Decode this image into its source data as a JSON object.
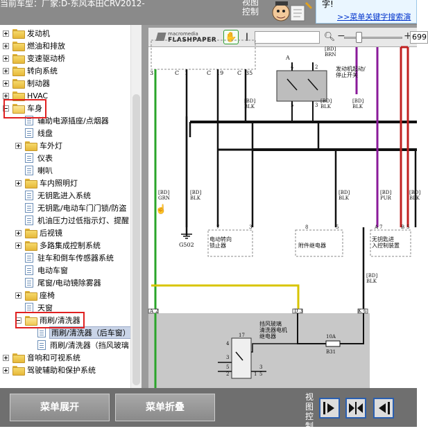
{
  "header": {
    "title": "当前车型：厂家:D-东风本田CRV2012-",
    "view_control": "视图控制",
    "hint_line1": "字!",
    "hint_link": ">>菜单关键字搜索演"
  },
  "tree": {
    "items": [
      {
        "label": "发动机",
        "level": 0,
        "kind": "folder",
        "expander": "plus"
      },
      {
        "label": "燃油和排放",
        "level": 0,
        "kind": "folder",
        "expander": "plus"
      },
      {
        "label": "变速驱动桥",
        "level": 0,
        "kind": "folder",
        "expander": "plus"
      },
      {
        "label": "转向系统",
        "level": 0,
        "kind": "folder",
        "expander": "plus"
      },
      {
        "label": "制动器",
        "level": 0,
        "kind": "folder",
        "expander": "plus"
      },
      {
        "label": "HVAC",
        "level": 0,
        "kind": "folder",
        "expander": "plus"
      },
      {
        "label": "车身",
        "level": 0,
        "kind": "folder-open",
        "expander": "minus"
      },
      {
        "label": "辅助电源插座/点烟器",
        "level": 1,
        "kind": "doc",
        "expander": "none"
      },
      {
        "label": "线盘",
        "level": 1,
        "kind": "doc",
        "expander": "none"
      },
      {
        "label": "车外灯",
        "level": 1,
        "kind": "folder",
        "expander": "plus"
      },
      {
        "label": "仪表",
        "level": 1,
        "kind": "doc",
        "expander": "none"
      },
      {
        "label": "喇叭",
        "level": 1,
        "kind": "doc",
        "expander": "none"
      },
      {
        "label": "车内照明灯",
        "level": 1,
        "kind": "folder",
        "expander": "plus"
      },
      {
        "label": "无钥匙进入系统",
        "level": 1,
        "kind": "doc",
        "expander": "none"
      },
      {
        "label": "无钥匙/电动车门门锁/防盗",
        "level": 1,
        "kind": "doc",
        "expander": "none"
      },
      {
        "label": "机油压力过低指示灯、提醒",
        "level": 1,
        "kind": "doc",
        "expander": "none"
      },
      {
        "label": "后视镜",
        "level": 1,
        "kind": "folder",
        "expander": "plus"
      },
      {
        "label": "多路集成控制系统",
        "level": 1,
        "kind": "folder",
        "expander": "plus"
      },
      {
        "label": "驻车和倒车传感器系统",
        "level": 1,
        "kind": "doc",
        "expander": "none"
      },
      {
        "label": "电动车窗",
        "level": 1,
        "kind": "doc",
        "expander": "none"
      },
      {
        "label": "尾窗/电动镜除雾器",
        "level": 1,
        "kind": "doc",
        "expander": "none"
      },
      {
        "label": "座椅",
        "level": 1,
        "kind": "folder",
        "expander": "plus"
      },
      {
        "label": "天窗",
        "level": 1,
        "kind": "doc",
        "expander": "none"
      },
      {
        "label": "雨刷/清洗器",
        "level": 1,
        "kind": "folder-open",
        "expander": "minus"
      },
      {
        "label": "雨刷/清洗器（后车窗）",
        "level": 2,
        "kind": "doc",
        "expander": "none",
        "selected": true
      },
      {
        "label": "雨刷/清洗器（挡风玻璃",
        "level": 2,
        "kind": "doc",
        "expander": "none"
      },
      {
        "label": "音响和可视系统",
        "level": 0,
        "kind": "folder",
        "expander": "plus"
      },
      {
        "label": "驾驶辅助和保护系统",
        "level": 0,
        "kind": "folder",
        "expander": "plus"
      }
    ]
  },
  "viewer": {
    "logo_small": "macromedia",
    "logo_big": "FLASHPAPER",
    "zoom_value": "699",
    "diagram": {
      "pin_labels_top": [
        "3",
        "C",
        "1",
        "C",
        "19",
        "C",
        "35"
      ],
      "connector_a": "A",
      "wire_top_right": "[BD]\nBRN",
      "switch_label": "发动机起动/\n停止开关",
      "wire_grn": "[BD]\nGRN",
      "wire_blk1": "[BD]\nBLK",
      "wire_blk2": "[BD]\nBLK",
      "wire_blk3": "[BD]\nBLK",
      "wire_blk4": "[BD]\nBLK",
      "wire_blk5": "[BD]\nBLK",
      "wire_blk6": "[BD]\nBLK",
      "wire_pur": "[BD]\nPUR",
      "wire_blk_right": "[BD]\nBLK",
      "ground_label": "G502",
      "box1_label": "电动转向\n锁止器",
      "box2_label": "附件继电器",
      "box3_label": "无钥匙进\n入控制装置",
      "relay_title": "挡风玻璃\n清洗器电机\n继电器",
      "fuse_label": "10A",
      "fuse_name": "B31",
      "pins_bottom": [
        "A",
        "2",
        "D",
        "3",
        "K",
        "6"
      ],
      "small_pins": [
        "7",
        "3",
        "8",
        "5",
        "A",
        "7",
        "B",
        "5",
        "4",
        "3",
        "5",
        "2",
        "1",
        "3",
        "5",
        "17"
      ]
    }
  },
  "bottom": {
    "expand_label": "菜单展开",
    "collapse_label": "菜单折叠",
    "view_ctrl_label": "视图控制"
  },
  "colors": {
    "header_bg": "#8a8a8a",
    "bottom_bg": "#6f6f6f",
    "highlight": "#e02020",
    "wire_green": "#2aa52a",
    "wire_purple": "#8a1a9a",
    "wire_red": "#c02020",
    "wire_yellow": "#d8c400"
  }
}
